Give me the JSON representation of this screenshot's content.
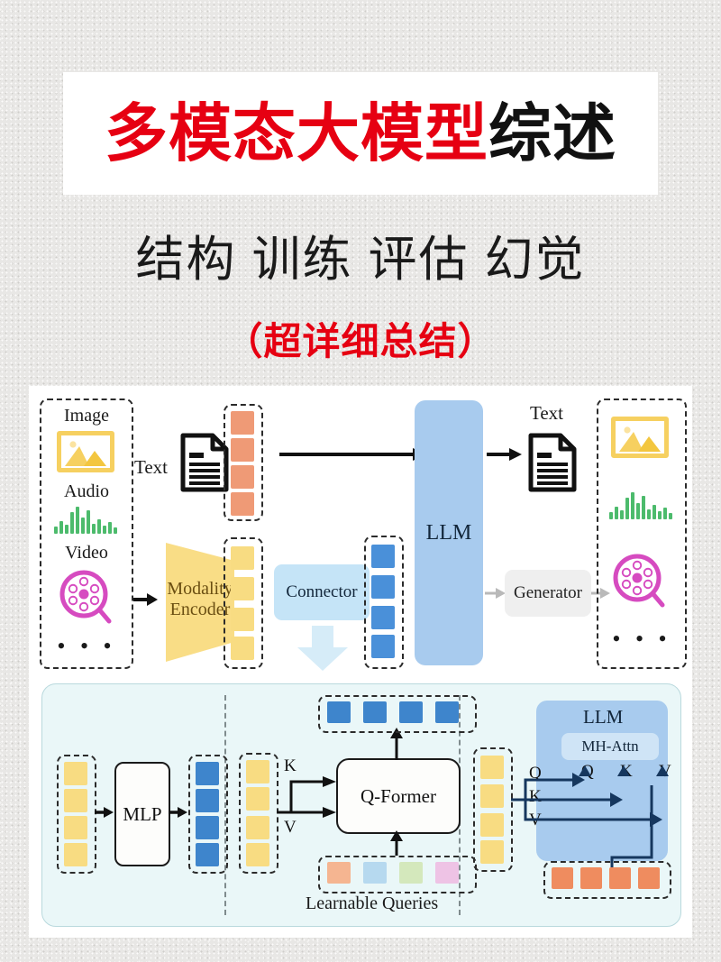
{
  "poster": {
    "title_red": "多模态大模型",
    "title_black": "综述",
    "subtitle": "结构 训练 评估 幻觉",
    "subtitle_highlight": "（超详细总结）",
    "colors": {
      "title_red": "#e60012",
      "title_black": "#111111",
      "background": "#e8e7e5",
      "card": "#ffffff"
    }
  },
  "figure": {
    "top": {
      "input_modalities": {
        "label_image": "Image",
        "label_audio": "Audio",
        "label_video": "Video",
        "label_more": "• • •",
        "icons": [
          "image-icon",
          "audio-waveform-icon",
          "video-reel-icon"
        ],
        "colors": {
          "image": "#f6d060",
          "audio": "#4cbb6c",
          "video": "#d64bc0"
        }
      },
      "text_label": "Text",
      "text_icon": "document-icon",
      "encoder_label_line1": "Modality",
      "encoder_label_line2": "Encoder",
      "connector_label": "Connector",
      "llm_label": "LLM",
      "generator_label": "Generator",
      "output_text_label": "Text",
      "output_modalities": {
        "label_more": "• • •",
        "icons": [
          "image-icon",
          "audio-waveform-icon",
          "video-reel-icon"
        ]
      },
      "token_colors": {
        "text_tokens": "#ef9a76",
        "modality_tokens": "#f8dc82",
        "projected_tokens": "#4a90d9"
      },
      "token_counts": {
        "text_tokens": 4,
        "modality_tokens": 4,
        "projected_tokens": 4
      }
    },
    "bottom": {
      "panel1": {
        "name": "mlp-projector",
        "block_label": "MLP",
        "input_tokens": 4,
        "output_tokens": 4,
        "input_color": "#f8dc82",
        "output_color": "#4a90d9"
      },
      "panel2": {
        "name": "q-former",
        "block_label": "Q-Former",
        "key_label": "K",
        "value_label": "V",
        "queries_label": "Learnable Queries",
        "input_tokens": 4,
        "output_tokens": 4,
        "query_colors": [
          "#f5b591",
          "#b6d9ef",
          "#d4e8bc",
          "#eec3e5"
        ],
        "input_color": "#f8dc82",
        "output_color": "#3e85cc"
      },
      "panel3": {
        "name": "cross-attention",
        "llm_label": "LLM",
        "attn_label": "MH-Attn",
        "left_labels": [
          "Q",
          "K",
          "V"
        ],
        "attn_inputs": [
          "Q",
          "K",
          "V"
        ],
        "input_tokens": 4,
        "bottom_tokens": 4,
        "input_color": "#f8dc82",
        "bottom_color": "#ef8c5f"
      }
    }
  }
}
